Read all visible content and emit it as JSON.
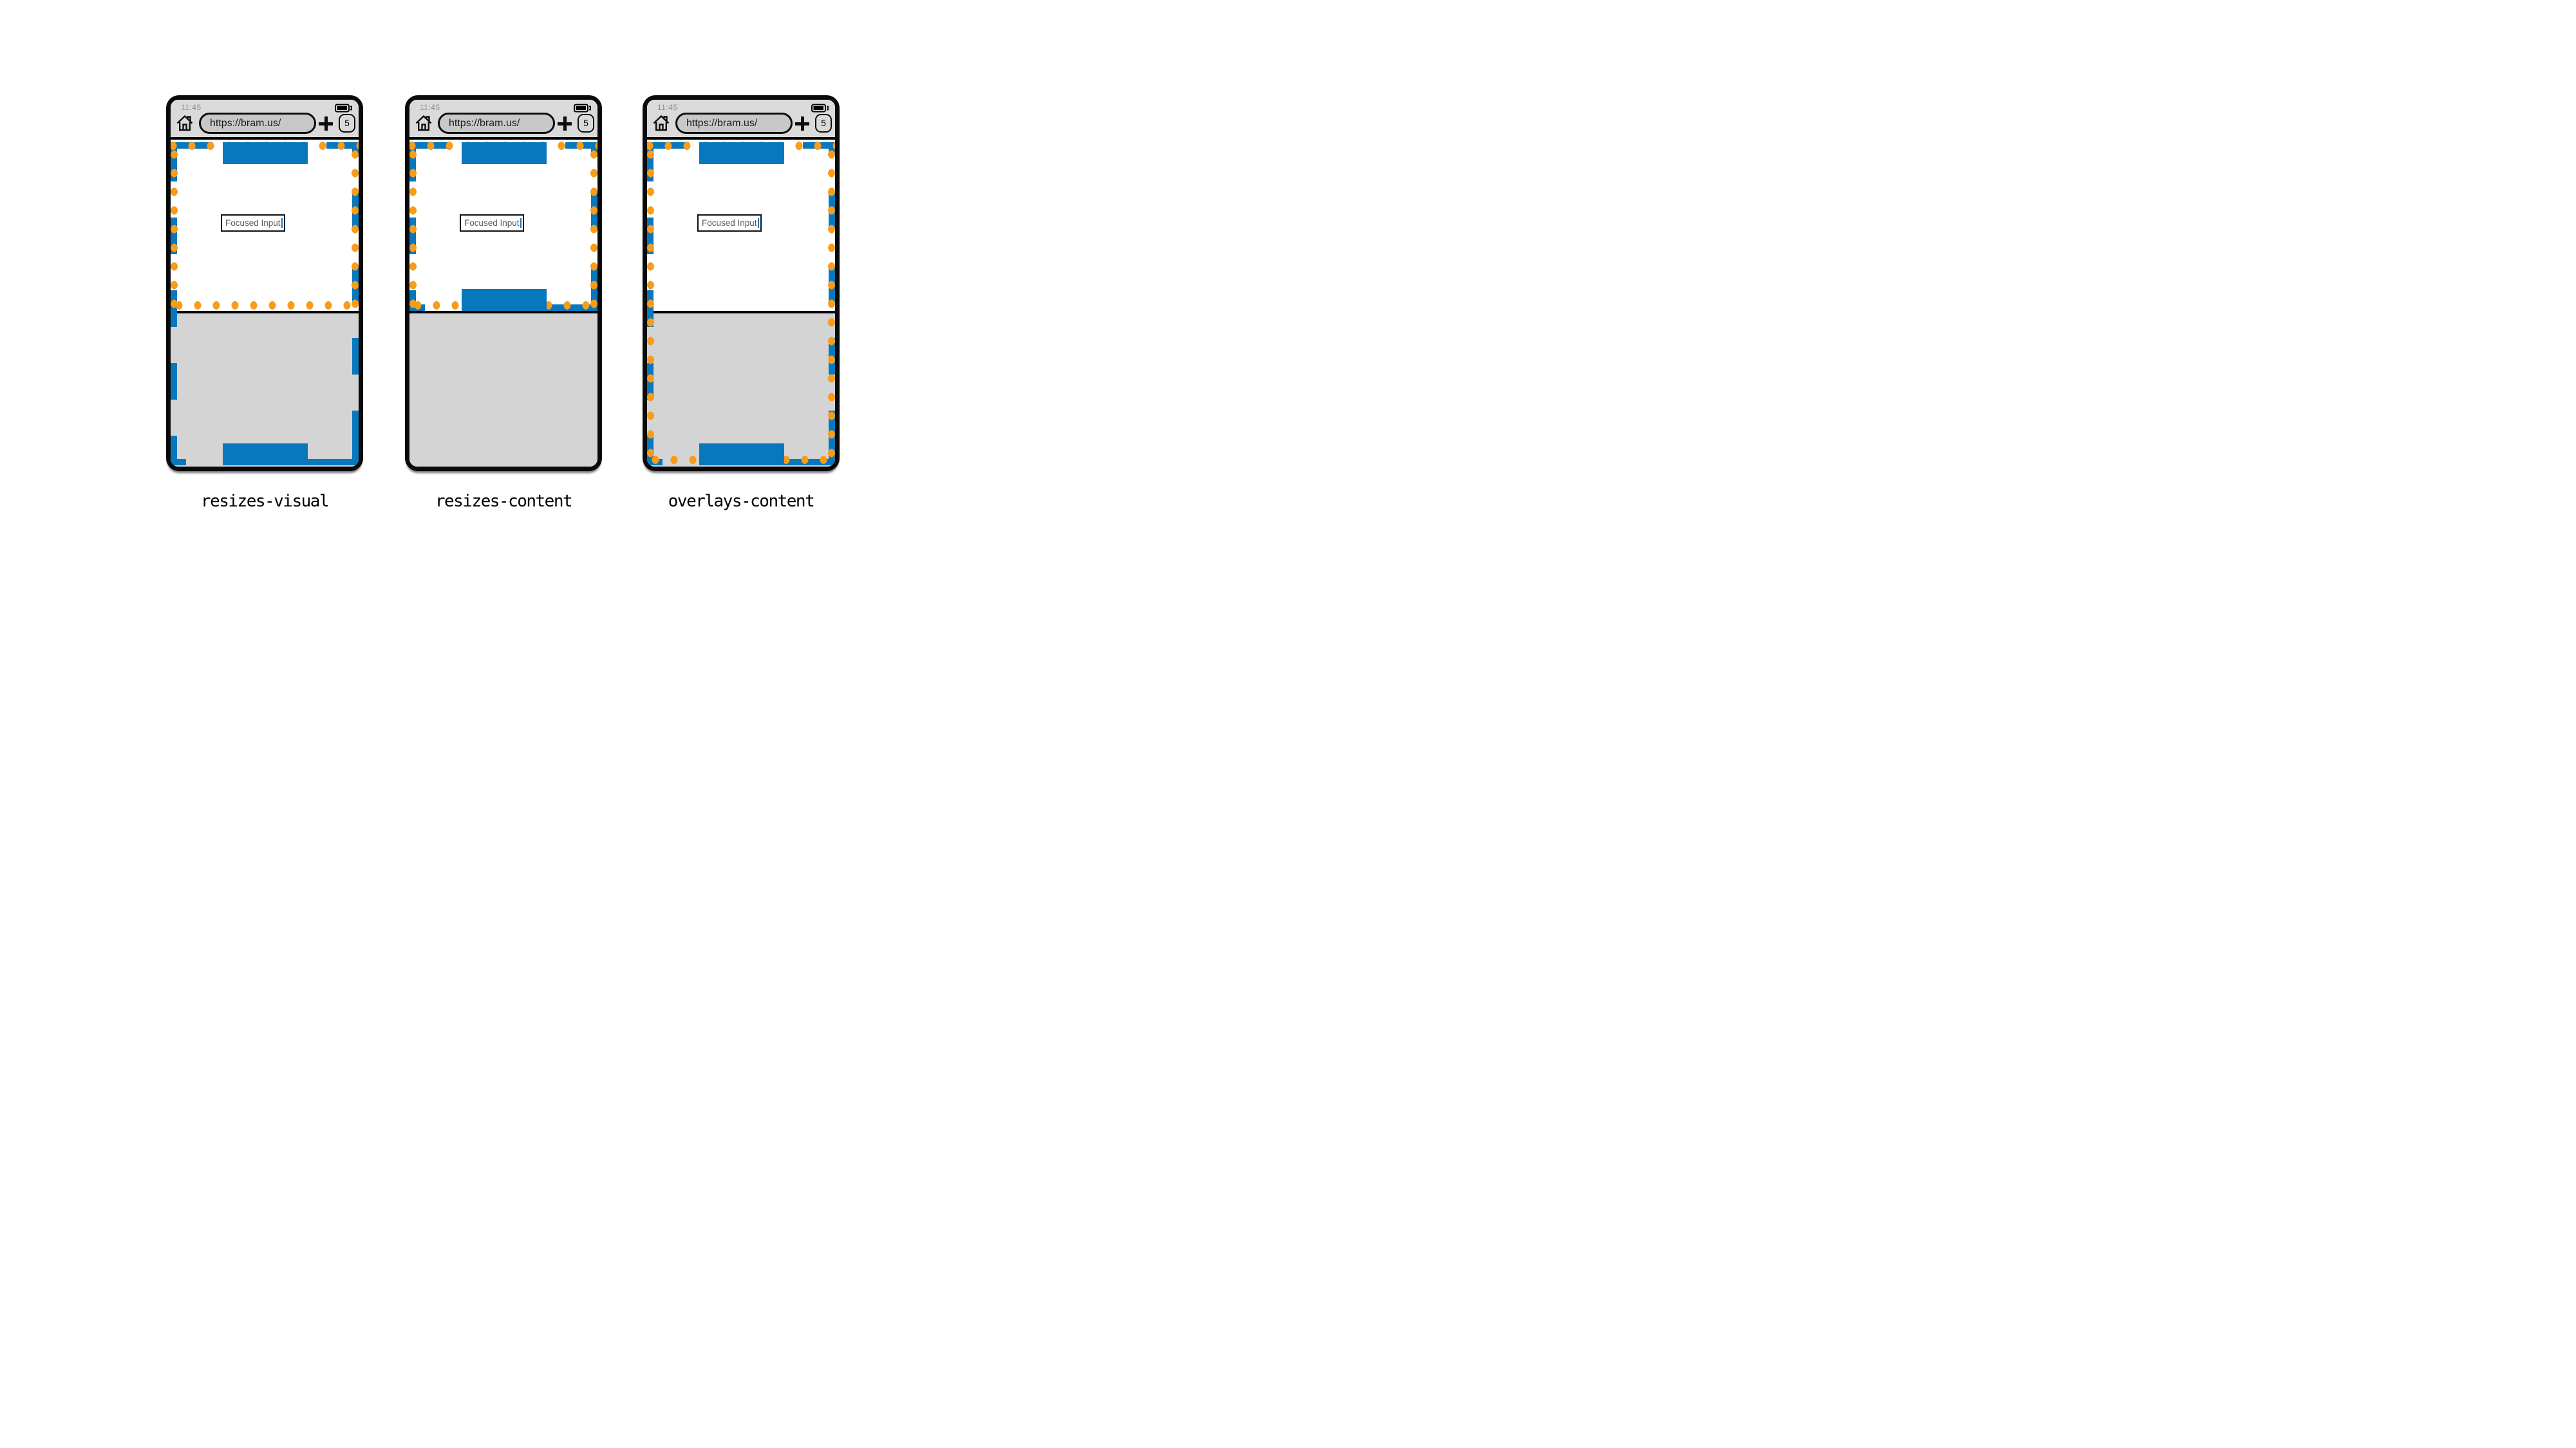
{
  "captions": [
    "resizes-visual",
    "resizes-content",
    "overlays-content"
  ],
  "status": {
    "time": "11:45",
    "battery_icon": "battery-full-icon",
    "battery_level": "full"
  },
  "toolbar": {
    "home_icon": "home-icon",
    "url": "https://bram.us/",
    "new_tab_label": "+",
    "tab_count": "5"
  },
  "page": {
    "input_value": "Focused Input",
    "caret": "text-caret"
  },
  "colors": {
    "accent_blue": "#0878BE",
    "marker_orange": "#F89C1A",
    "chrome_gray": "#DADADA",
    "keyboard_gray": "#D4D4D4",
    "pill_gray": "#C8C8C8",
    "frame_black": "#0A0A0A"
  }
}
